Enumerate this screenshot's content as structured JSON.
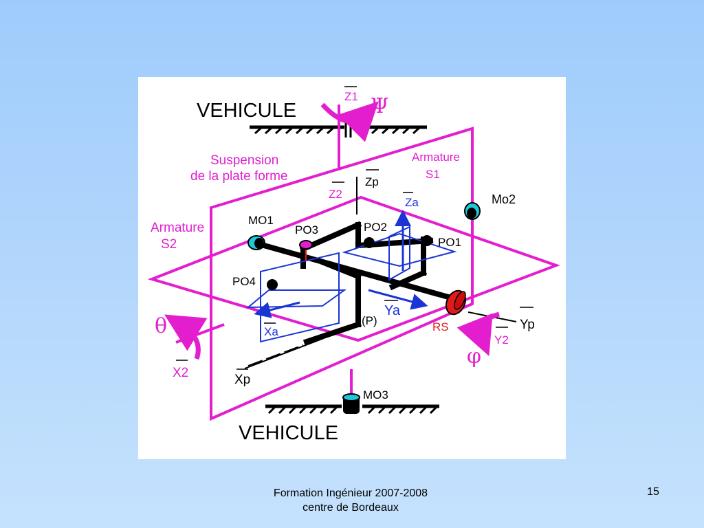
{
  "labels": {
    "vehicule_top": "VEHICULE",
    "vehicule_bottom": "VEHICULE",
    "z1": "Z1",
    "psi": "Ψ",
    "suspension_line1": "Suspension",
    "suspension_line2": "de la plate forme",
    "armature_s1_line1": "Armature",
    "armature_s1_line2": "S1",
    "armature_s2_line1": "Armature",
    "armature_s2_line2": "S2",
    "z2": "Z2",
    "zp": "Zp",
    "za": "Za",
    "mo2": "Mo2",
    "mo1": "MO1",
    "po3": "PO3",
    "po2": "PO2",
    "po1": "PO1",
    "po4": "PO4",
    "ya": "Ya",
    "xa": "Xa",
    "p": "(P)",
    "rs": "RS",
    "yp": "Yp",
    "y2": "Y2",
    "theta": "θ",
    "x2": "X2",
    "phi": "φ",
    "xp": "Xp",
    "mo3": "MO3"
  },
  "footer": {
    "line1": "Formation Ingénieur 2007-2008",
    "line2": "centre de Bordeaux",
    "page": "15"
  },
  "colors": {
    "magenta": "#e21ecf",
    "blue": "#1a35d4",
    "cyan": "#20c8d8",
    "red": "#e21a1a",
    "black": "#000000"
  }
}
